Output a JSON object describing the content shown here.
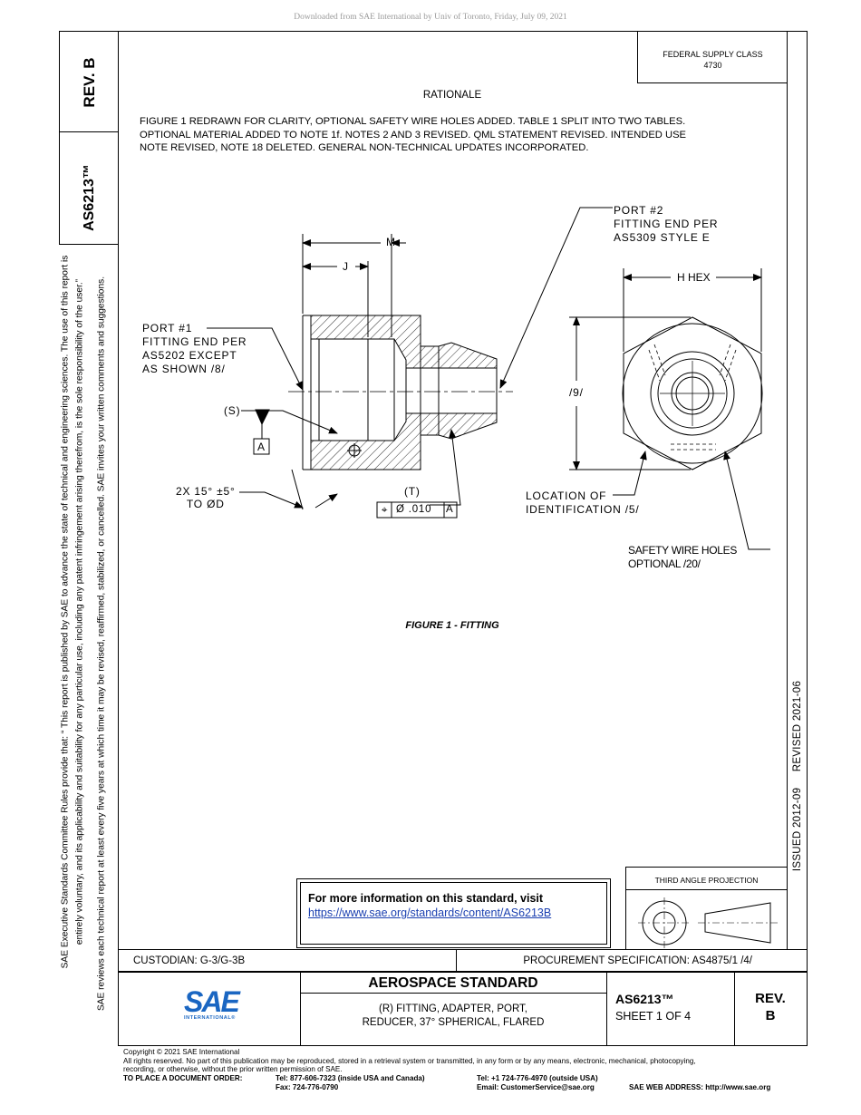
{
  "download_note": "Downloaded from SAE International by Univ of Toronto, Friday, July 09, 2021",
  "left_box": {
    "rev": "REV. B",
    "doc": "AS6213™"
  },
  "side_text": {
    "line1": "SAE Executive Standards Committee Rules provide that: “ This report is published by SAE to advance the state of technical and engineering sciences. The use of this report is",
    "line2": "entirely voluntary, and its applicability and suitability for any particular use, including any patent infringement arising therefrom, is the sole responsibility of the user.”",
    "line3": "SAE reviews each technical report at least every five years at which time it may be revised, reaffirmed, stabilized, or cancelled. SAE invites your written comments and suggestions."
  },
  "federal_supply": {
    "label": "FEDERAL SUPPLY CLASS",
    "value": "4730"
  },
  "rationale": {
    "title": "RATIONALE",
    "line1": "FIGURE 1 REDRAWN FOR CLARITY, OPTIONAL SAFETY WIRE HOLES ADDED. TABLE 1 SPLIT INTO TWO TABLES.",
    "line2": "OPTIONAL MATERIAL ADDED TO NOTE 1f. NOTES 2 AND 3 REVISED. QML STATEMENT REVISED. INTENDED USE",
    "line3": "NOTE REVISED, NOTE 18 DELETED. GENERAL NON-TECHNICAL UPDATES INCORPORATED."
  },
  "figure": {
    "caption": "FIGURE 1 - FITTING",
    "port2": [
      "PORT #2",
      "FITTING END PER",
      "AS5309 STYLE E"
    ],
    "port1": [
      "PORT #1",
      "FITTING END PER",
      "AS5202 EXCEPT",
      "AS SHOWN  /8/"
    ],
    "dim_m": "M",
    "dim_j": "J",
    "hex": "H HEX",
    "dim_9": "/9/",
    "s": "(S)",
    "datum": "A",
    "countersink": [
      "2X 15° ±5°",
      "TO ØD"
    ],
    "t": "(T)",
    "fcf": {
      "sym": "⌖",
      "tol": "Ø .010",
      "datum": "A"
    },
    "location": [
      "LOCATION OF",
      "IDENTIFICATION  /5/"
    ],
    "safety": [
      "SAFETY WIRE HOLES",
      "OPTIONAL  /20/"
    ]
  },
  "issued": "ISSUED 2012-09     REVISED 2021-06",
  "info_box": {
    "title": "For more information on this standard, visit",
    "url": "https://www.sae.org/standards/content/AS6213B"
  },
  "third_angle": "THIRD ANGLE PROJECTION",
  "custodian": "CUSTODIAN: G-3/G-3B",
  "procurement": "PROCUREMENT SPECIFICATION: AS4875/1 /4/",
  "title_block": {
    "heading": "AEROSPACE STANDARD",
    "title1": "(R) FITTING, ADAPTER, PORT,",
    "title2": "REDUCER, 37° SPHERICAL, FLARED",
    "doc": "AS6213™",
    "sheet": "SHEET 1 OF 4",
    "rev1": "REV.",
    "rev2": "B",
    "logo": "SAE",
    "logo_sub": "INTERNATIONAL®"
  },
  "footer": {
    "copyright": "Copyright © 2021 SAE International",
    "rights1": "All rights reserved. No part of this publication may be reproduced, stored in a retrieval system or transmitted, in any form or by any means, electronic, mechanical, photocopying,",
    "rights2": "recording, or otherwise, without the prior written permission of SAE.",
    "order_label": "TO PLACE A DOCUMENT ORDER:",
    "tel1": "Tel: 877-606-7323 (inside USA and Canada)",
    "fax": "Fax: 724-776-0790",
    "tel2": "Tel: +1 724-776-4970 (outside USA)",
    "email": "Email: CustomerService@sae.org",
    "web": "SAE WEB ADDRESS: http://www.sae.org"
  }
}
